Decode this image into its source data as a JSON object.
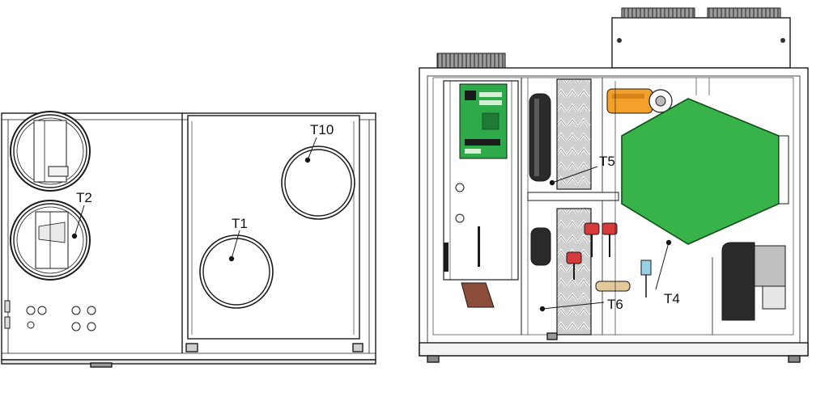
{
  "diagram": {
    "left_unit_labels": {
      "t10": "T10",
      "t2": "T2",
      "t1": "T1"
    },
    "right_unit_labels": {
      "t5": "T5",
      "t4": "T4",
      "t6": "T6"
    },
    "colors": {
      "heat_exchanger": "#37b34a",
      "control_board": "#2eaa4a",
      "fan_motor": "#f3a12a",
      "valve": "#d63a3a",
      "line": "#1a1a1a",
      "panel_fill": "#ffffff",
      "grey_part": "#bfbfbf"
    }
  }
}
